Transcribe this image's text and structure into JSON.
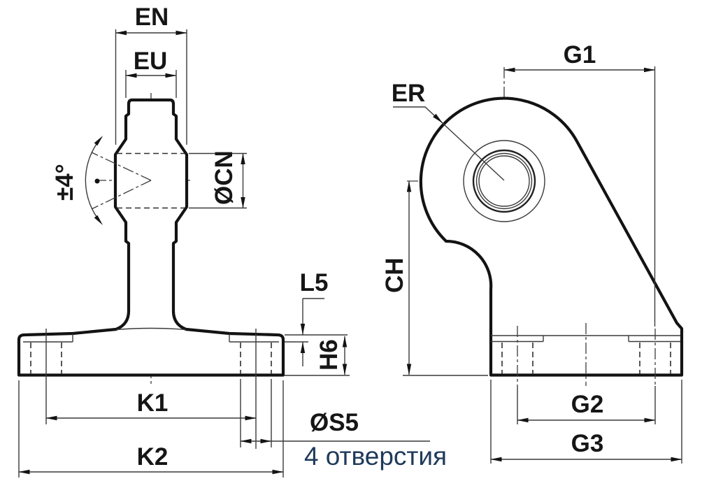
{
  "drawing_type": "technical-drawing",
  "component": "swivel-eye-mounting-bracket-two-view",
  "colors": {
    "line": "#131313",
    "background": "#ffffff",
    "annotation_blue": "#1f3a5a"
  },
  "dimensions": {
    "front_view": {
      "width_top": "EN",
      "width_upper": "EU",
      "swivel_angle": "±4°",
      "bore_diameter": "ØCN",
      "recess_depth": "L5",
      "base_height": "H6",
      "hole_spacing": "K1",
      "base_width": "K2",
      "hole_diameter": "ØS5",
      "holes_note": "4 отверстия"
    },
    "side_view": {
      "eye_radius": "ER",
      "center_to_hole": "G1",
      "center_height": "CH",
      "hole_spacing": "G2",
      "base_depth": "G3"
    }
  }
}
